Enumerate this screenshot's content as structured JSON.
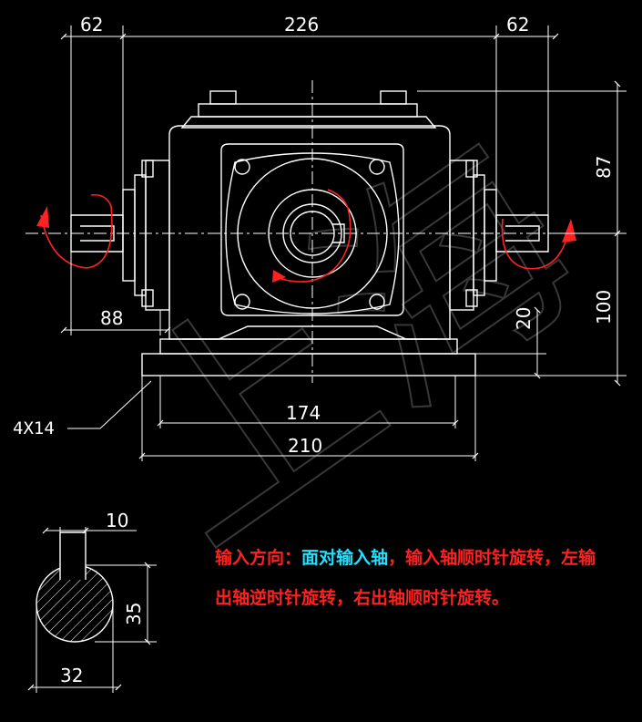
{
  "drawing": {
    "background": "#000000",
    "line_color": "#ffffff",
    "arrow_color": "#ff2222",
    "dimensions": {
      "left_shaft": "62",
      "body_width": "226",
      "right_shaft": "62",
      "upper_height": "87",
      "lower_height": "100",
      "base_height": "20",
      "left_offset": "88",
      "bolt_spacing": "174",
      "base_width": "210"
    },
    "hole_label": "4X14",
    "keyway": {
      "key_width": "10",
      "height": "35",
      "diameter": "32"
    },
    "watermark": "上海"
  },
  "note": {
    "part1": "输入方向：",
    "part2": "面对输入轴",
    "part3": "，输入轴顺时针旋转，左输",
    "line2": "出轴逆时针旋转，右出轴顺时针旋转。",
    "color_red": "#ff2020",
    "color_cyan": "#22e0ff"
  }
}
